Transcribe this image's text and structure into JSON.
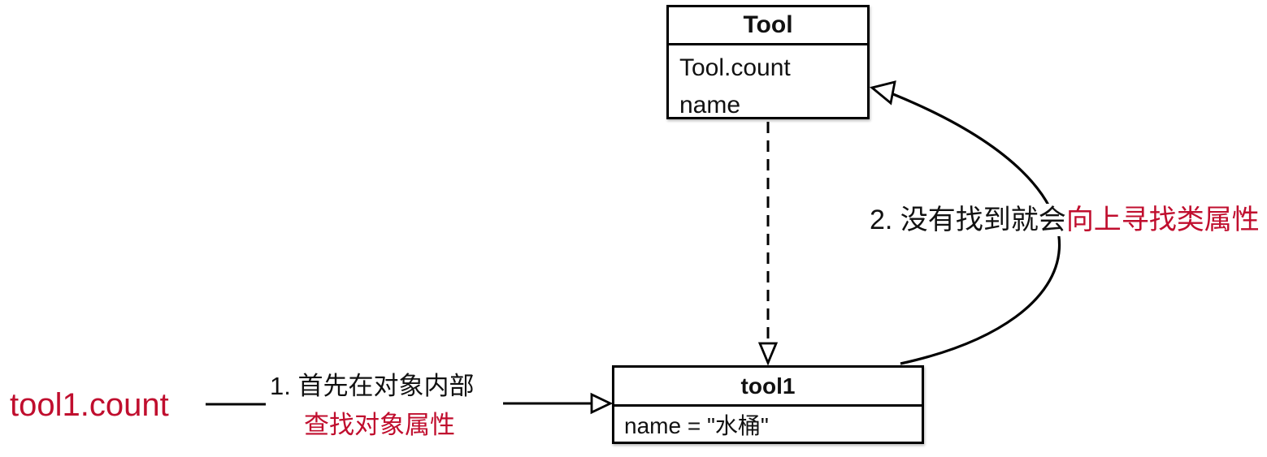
{
  "colors": {
    "accent_red": "#c00e2e",
    "line_black": "#000000"
  },
  "expression": {
    "label": "tool1.count"
  },
  "class_box": {
    "title": "Tool",
    "members": [
      "Tool.count",
      "name"
    ]
  },
  "instance_box": {
    "title": "tool1",
    "members": [
      "name = \"水桶\""
    ]
  },
  "step1": {
    "black_part": "1. 首先在对象内部",
    "red_part": "查找对象属性"
  },
  "step2": {
    "black_part": "2. 没有找到就会",
    "red_part": "向上寻找类属性"
  }
}
